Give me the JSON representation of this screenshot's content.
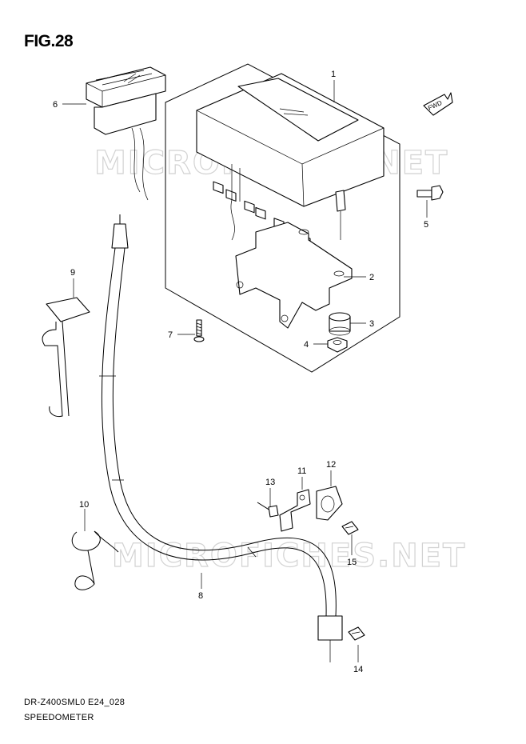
{
  "figure": {
    "title": "FIG.28",
    "model_code": "DR-Z400SML0 E24_028",
    "section_name": "SPEEDOMETER",
    "direction_marker": "FWD",
    "watermark": "MICROFICHES.NET"
  },
  "callouts": [
    {
      "id": "1",
      "label": "1"
    },
    {
      "id": "2",
      "label": "2"
    },
    {
      "id": "3",
      "label": "3"
    },
    {
      "id": "4",
      "label": "4"
    },
    {
      "id": "5",
      "label": "5"
    },
    {
      "id": "6",
      "label": "6"
    },
    {
      "id": "7",
      "label": "7"
    },
    {
      "id": "8",
      "label": "8"
    },
    {
      "id": "9",
      "label": "9"
    },
    {
      "id": "10",
      "label": "10"
    },
    {
      "id": "11",
      "label": "11"
    },
    {
      "id": "12",
      "label": "12"
    },
    {
      "id": "13",
      "label": "13"
    },
    {
      "id": "14",
      "label": "14"
    },
    {
      "id": "15",
      "label": "15"
    }
  ]
}
